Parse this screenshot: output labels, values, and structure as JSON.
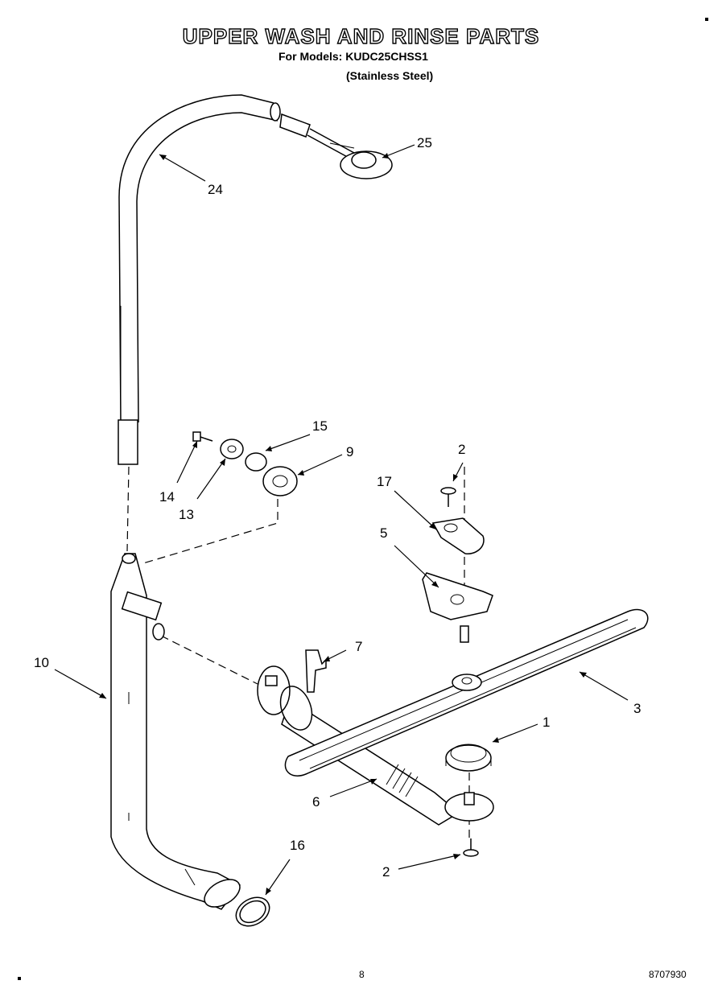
{
  "header": {
    "title": "UPPER WASH AND RINSE PARTS",
    "models_line": "For Models: KUDC25CHSS1",
    "finish_line": "(Stainless Steel)"
  },
  "callouts": {
    "c24": "24",
    "c25": "25",
    "c15": "15",
    "c9": "9",
    "c14": "14",
    "c13": "13",
    "c2_top": "2",
    "c17": "17",
    "c5": "5",
    "c7": "7",
    "c10": "10",
    "c3": "3",
    "c1": "1",
    "c6": "6",
    "c16": "16",
    "c2_bottom": "2"
  },
  "footer": {
    "page_number": "8",
    "doc_number": "8707930"
  }
}
